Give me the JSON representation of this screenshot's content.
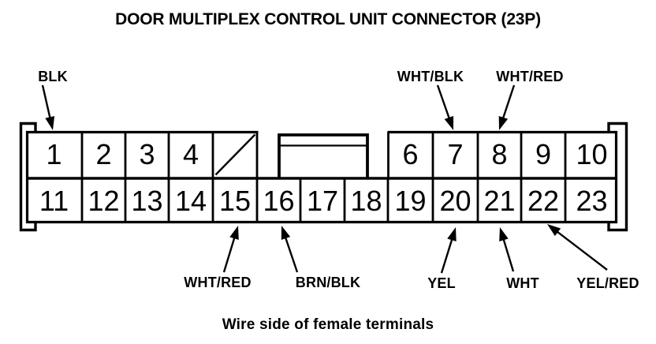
{
  "title": "DOOR MULTIPLEX CONTROL UNIT CONNECTOR (23P)",
  "caption": "Wire side of female terminals",
  "connector": {
    "pins_top_row": [
      "1",
      "2",
      "3",
      "4",
      "6",
      "7",
      "8",
      "9",
      "10"
    ],
    "pins_bottom_row": [
      "11",
      "12",
      "13",
      "14",
      "15",
      "16",
      "17",
      "18",
      "19",
      "20",
      "21",
      "22",
      "23"
    ],
    "blocked_cavity_marker": "diagonal-slash"
  },
  "wire_labels": {
    "blk": {
      "text": "BLK",
      "points_to_pin": "1"
    },
    "wht_blk": {
      "text": "WHT/BLK",
      "points_to_pin": "7"
    },
    "wht_red_top": {
      "text": "WHT/RED",
      "points_to_pin": "8"
    },
    "wht_red_bottom": {
      "text": "WHT/RED",
      "points_to_pin": "15"
    },
    "brn_blk": {
      "text": "BRN/BLK",
      "points_to_pin": "16"
    },
    "yel": {
      "text": "YEL",
      "points_to_pin": "20"
    },
    "wht": {
      "text": "WHT",
      "points_to_pin": "21"
    },
    "yel_red": {
      "text": "YEL/RED",
      "points_to_pin": "22"
    }
  },
  "colors": {
    "ink": "#000000",
    "paper": "#ffffff"
  }
}
